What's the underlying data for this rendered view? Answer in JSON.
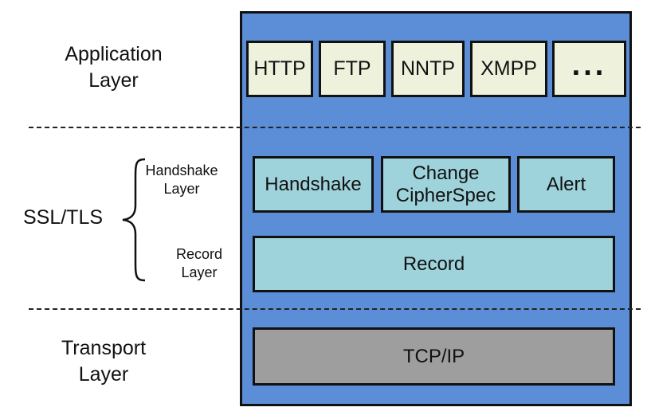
{
  "layers": {
    "application": {
      "line1": "Application",
      "line2": "Layer"
    },
    "ssl_tls": {
      "label": "SSL/TLS"
    },
    "handshake_layer": {
      "line1": "Handshake",
      "line2": "Layer"
    },
    "record_layer": {
      "line1": "Record",
      "line2": "Layer"
    },
    "transport": {
      "line1": "Transport",
      "line2": "Layer"
    }
  },
  "application_protocols": [
    "HTTP",
    "FTP",
    "NNTP",
    "XMPP",
    "..."
  ],
  "tls_protocols": {
    "handshake": "Handshake",
    "change_cipher_spec": {
      "line1": "Change",
      "line2": "CipherSpec"
    },
    "alert": "Alert",
    "record": "Record"
  },
  "transport_protocol": "TCP/IP",
  "colors": {
    "panel": "#5b8ed6",
    "application_box": "#eef2dd",
    "tls_box": "#9fd3dc",
    "transport_box": "#9e9e9e"
  }
}
